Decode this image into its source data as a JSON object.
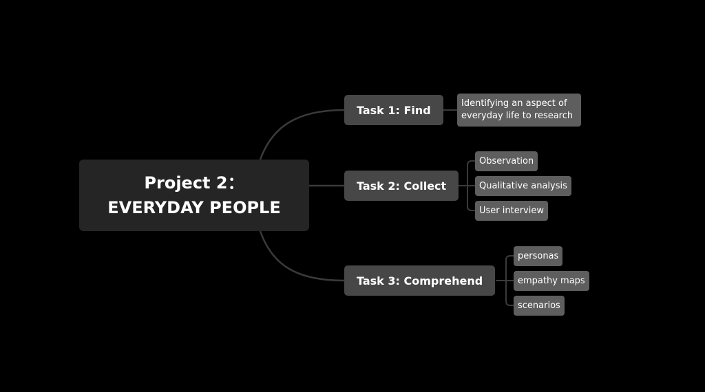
{
  "colors": {
    "background": "#000000",
    "root_fill": "#252525",
    "task_fill": "#474747",
    "leaf_fill": "#5e5e5e",
    "connector": "#3a3a3a",
    "text": "#ffffff"
  },
  "root": {
    "line1": "Project 2：",
    "line2": "EVERYDAY PEOPLE"
  },
  "tasks": [
    {
      "label": "Task 1: Find",
      "children": [
        "Identifying an aspect of everyday life to research"
      ]
    },
    {
      "label": "Task 2: Collect",
      "children": [
        "Observation",
        "Qualitative analysis",
        "User interview"
      ]
    },
    {
      "label": "Task 3: Comprehend",
      "children": [
        "personas",
        "empathy maps",
        "scenarios"
      ]
    }
  ]
}
